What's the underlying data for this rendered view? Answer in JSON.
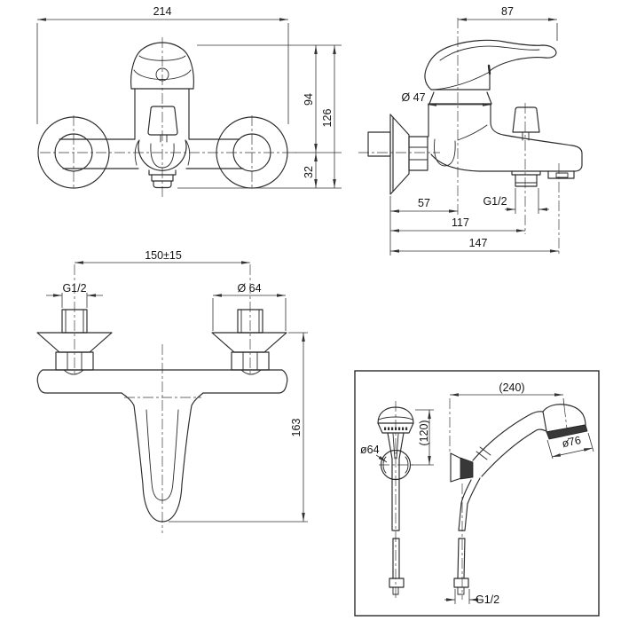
{
  "front_view": {
    "overall_width": "214",
    "top_to_center": "94",
    "overall_height": "126",
    "center_to_bottom": "32"
  },
  "side_view": {
    "lever_reach": "87",
    "body_diameter": "Ø 47",
    "wall_to_axis": "57",
    "wall_to_shower_outlet": "117",
    "wall_to_spout_end": "147",
    "shower_outlet_thread": "G1/2"
  },
  "top_view": {
    "inlet_spacing": "150±15",
    "inlet_thread": "G1/2",
    "escutcheon_diameter": "Ø 64",
    "wall_to_lever_tip": "163"
  },
  "hand_shower": {
    "hose_reach": "(240)",
    "head_to_bracket": "(120)",
    "bracket_diameter": "ø64",
    "head_diameter": "ø76",
    "hose_thread": "G1/2"
  }
}
